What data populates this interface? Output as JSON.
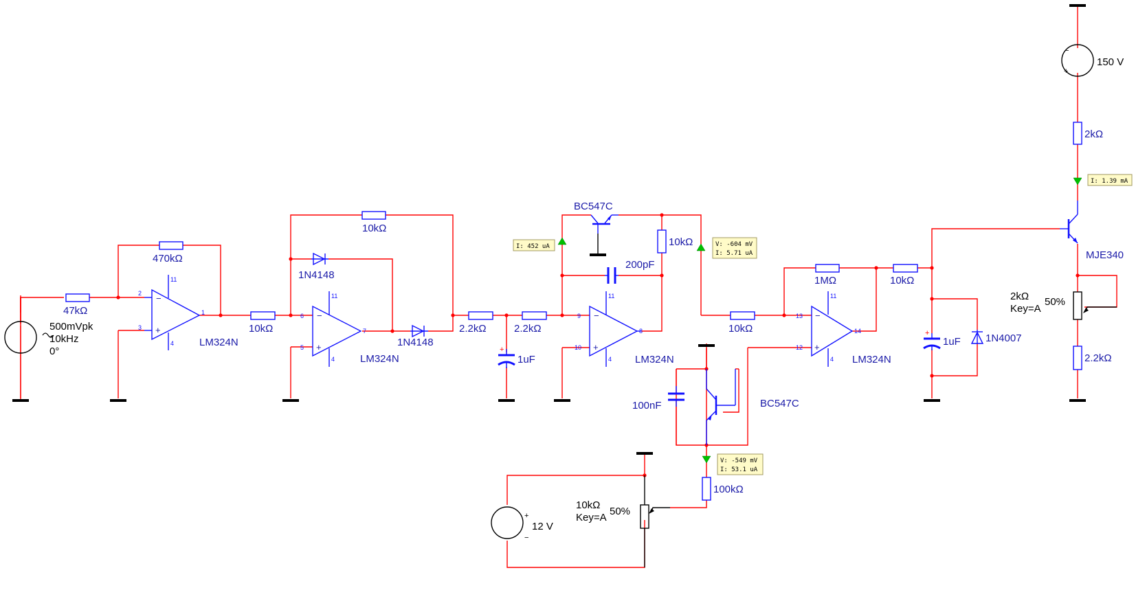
{
  "source": {
    "amplitude": "500mVpk",
    "frequency": "10kHz",
    "phase": "0°"
  },
  "resistors": {
    "r_in": "47kΩ",
    "r_fb1": "470kΩ",
    "r_u2_in": "10kΩ",
    "r_fb2": "10kΩ",
    "r_filt1": "2.2kΩ",
    "r_filt2": "2.2kΩ",
    "r_u3_fb": "10kΩ",
    "r_u4_in": "10kΩ",
    "r_u4_fb": "1MΩ",
    "r_u4_out": "10kΩ",
    "r_base_ref": "100kΩ",
    "r_top": "2kΩ",
    "r_emitter": "2.2kΩ"
  },
  "diodes": {
    "d1": "1N4148",
    "d2": "1N4148",
    "d_clamp": "1N4007"
  },
  "opamps": {
    "u1": "LM324N",
    "u2": "LM324N",
    "u3": "LM324N",
    "u4": "LM324N"
  },
  "opamp_pins": {
    "u1": {
      "inv": "2",
      "noninv": "3",
      "out": "1",
      "vpos": "11",
      "vneg": "4"
    },
    "u2": {
      "inv": "6",
      "noninv": "5",
      "out": "7",
      "vpos": "11",
      "vneg": "4"
    },
    "u3": {
      "inv": "9",
      "noninv": "10",
      "out": "8",
      "vpos": "11",
      "vneg": "4"
    },
    "u4": {
      "inv": "13",
      "noninv": "12",
      "out": "14",
      "vpos": "11",
      "vneg": "4"
    }
  },
  "transistors": {
    "q_reset": "BC547C",
    "q_bias": "BC547C",
    "q_out": "MJE340"
  },
  "capacitors": {
    "c_filt": "1uF",
    "c_int": "200pF",
    "c_bias": "100nF",
    "c_out": "1uF"
  },
  "supplies": {
    "v_high": "150 V",
    "v_low": "12 V"
  },
  "pots": {
    "p_ref": {
      "value": "10kΩ",
      "key": "Key=A",
      "setting": "50%"
    },
    "p_out": {
      "value": "2kΩ",
      "key": "Key=A",
      "setting": "50%"
    }
  },
  "probes": {
    "p1": {
      "line1": "I: 452 uA"
    },
    "p2": {
      "line1": "V: -604 mV",
      "line2": "I: 5.71 uA"
    },
    "p3": {
      "line1": "V: -549 mV",
      "line2": "I: 53.1 uA"
    },
    "p4": {
      "line1": "I: 1.39 mA"
    }
  }
}
